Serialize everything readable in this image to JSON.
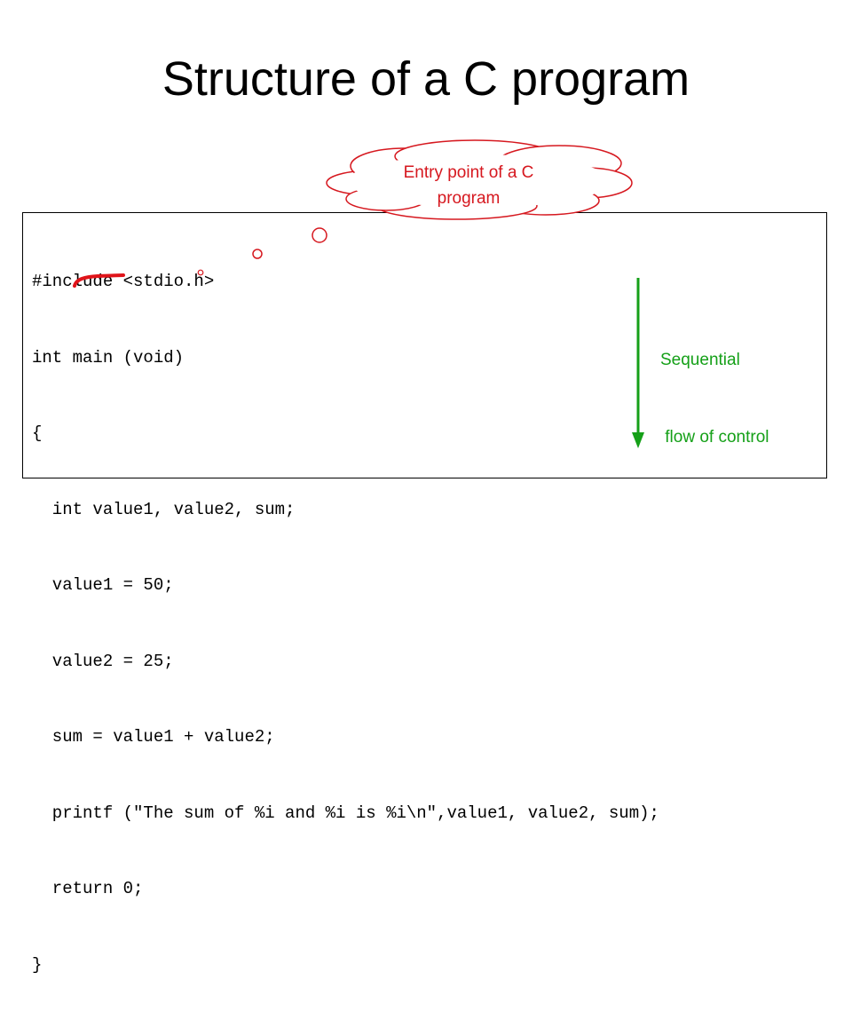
{
  "slide": {
    "title": "Structure of a C program",
    "code_lines": [
      "#include <stdio.h>",
      "int main (void)",
      "{",
      "  int value1, value2, sum;",
      "  value1 = 50;",
      "  value2 = 25;",
      "  sum = value1 + value2;",
      "  printf (\"The sum of %i and %i is %i\\n\",value1, value2, sum);",
      "  return 0;",
      "}"
    ],
    "callout": {
      "line1": "Entry point of a C",
      "line2": "program"
    },
    "flow_label": {
      "line1": "Sequential",
      "line2": " flow of control"
    }
  },
  "colors": {
    "callout_text": "#d6181f",
    "callout_border": "#d6181f",
    "flow": "#15a018",
    "text": "#000000",
    "background": "#ffffff"
  }
}
